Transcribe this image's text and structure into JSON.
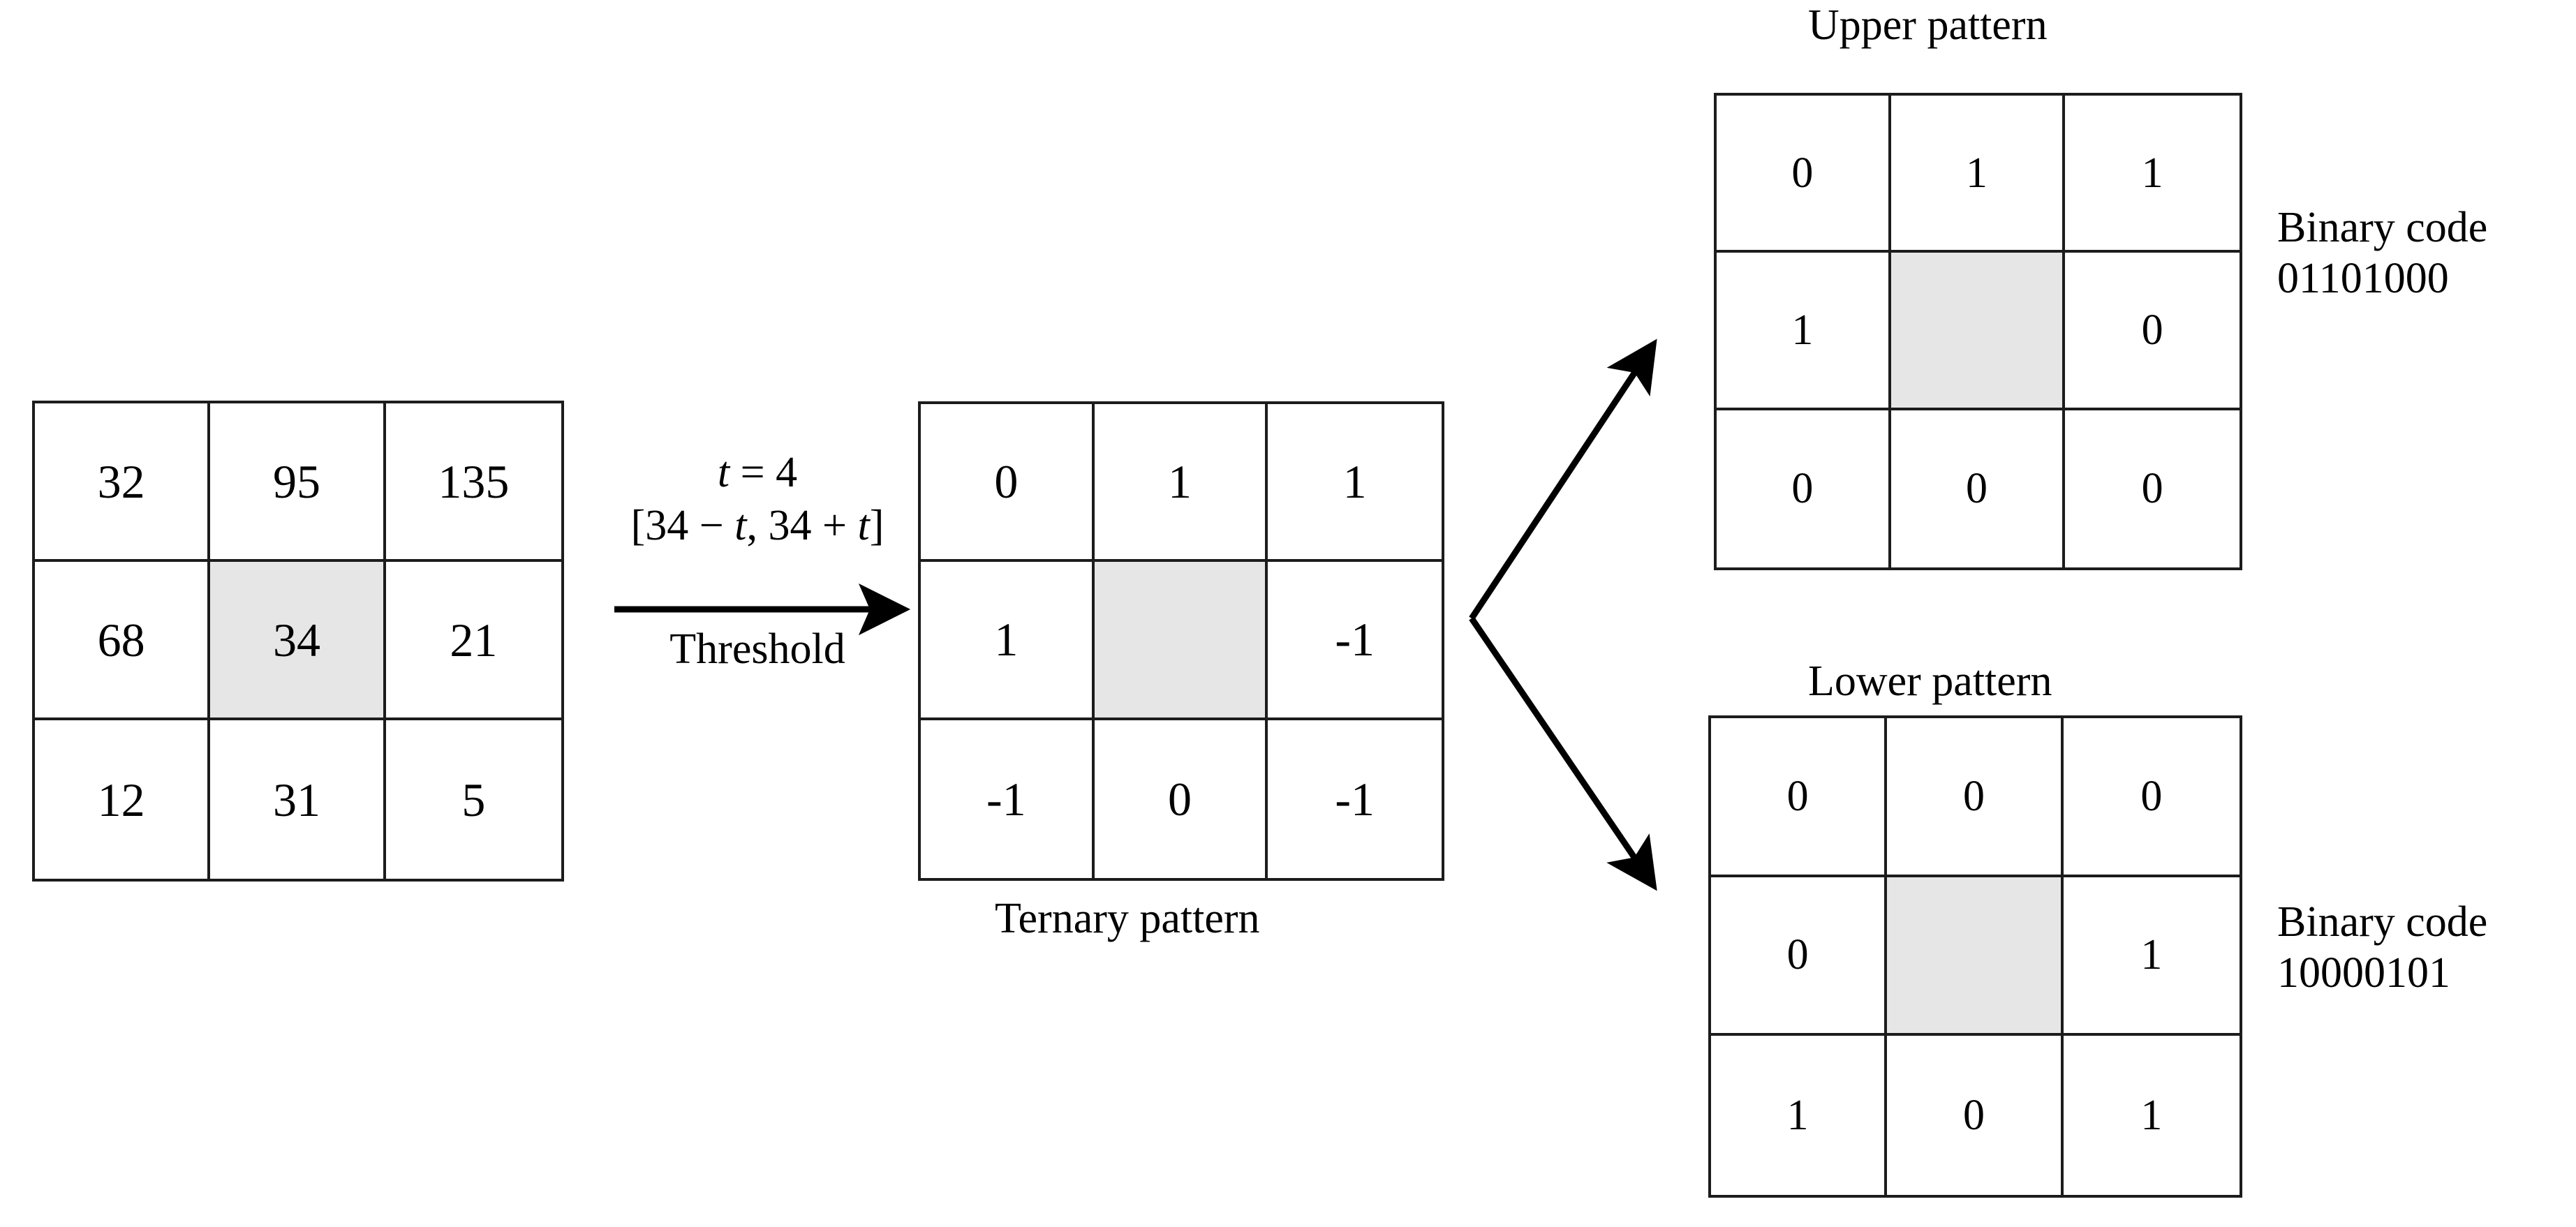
{
  "figure": {
    "type": "local-ternary-pattern-diagram",
    "accent_shade": "#e6e6e6",
    "line_color": "#1c1c1c"
  },
  "pixel_grid": {
    "name": "pixel intensity neighborhood",
    "center_value": "34",
    "rows": [
      [
        "32",
        "95",
        "135"
      ],
      [
        "68",
        "34",
        "21"
      ],
      [
        "12",
        "31",
        "5"
      ]
    ]
  },
  "threshold": {
    "t_label": "t",
    "t_equation": " = 4",
    "interval_prefix": "[34 − ",
    "interval_middle": ", 34 + ",
    "interval_suffix": "]",
    "arrow_label": "Threshold"
  },
  "ternary": {
    "caption": "Ternary pattern",
    "rows": [
      [
        "0",
        "1",
        "1"
      ],
      [
        "1",
        "",
        "-1"
      ],
      [
        "-1",
        "0",
        "-1"
      ]
    ]
  },
  "upper": {
    "caption": "Upper pattern",
    "rows": [
      [
        "0",
        "1",
        "1"
      ],
      [
        "1",
        "",
        "0"
      ],
      [
        "0",
        "0",
        "0"
      ]
    ],
    "binary_label": "Binary code",
    "binary_value": "01101000"
  },
  "lower": {
    "caption": "Lower pattern",
    "rows": [
      [
        "0",
        "0",
        "0"
      ],
      [
        "0",
        "",
        "1"
      ],
      [
        "1",
        "0",
        "1"
      ]
    ],
    "binary_label": "Binary code",
    "binary_value": "10000101"
  }
}
